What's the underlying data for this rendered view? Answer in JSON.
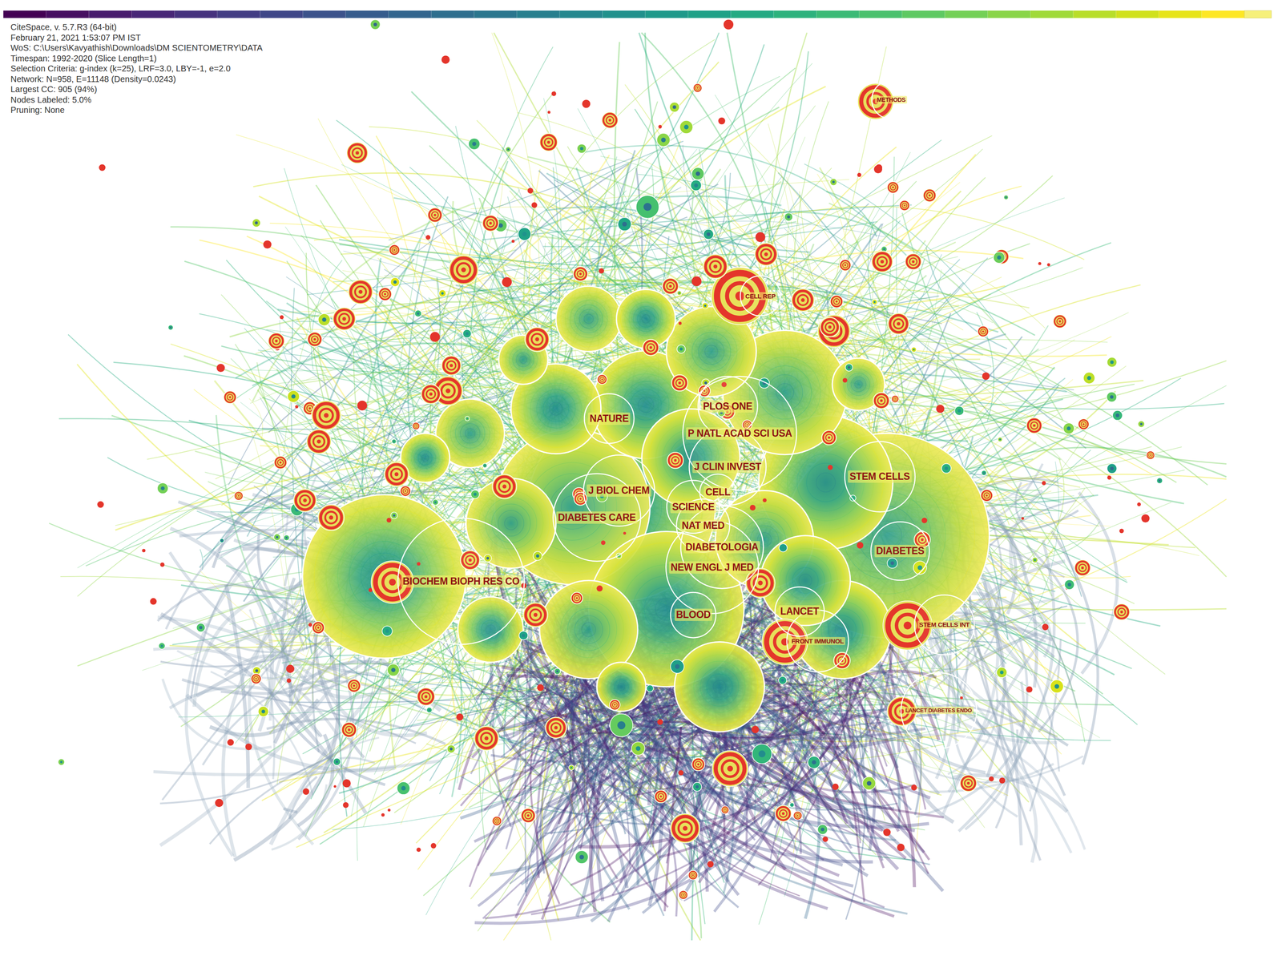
{
  "diagram": {
    "nodes": [
      {
        "text": [
          "METHODS"
        ]
      },
      {
        "text": [
          "CELL REP"
        ]
      },
      {
        "text": [
          "PLOS ONE"
        ]
      },
      {
        "text": [
          "NATURE"
        ]
      },
      {
        "text": [
          "P NATL ACAD SCI USA"
        ]
      },
      {
        "text": [
          "J CLIN INVEST"
        ]
      },
      {
        "text": [
          "STEM CELLS"
        ]
      },
      {
        "text": [
          "J BIOL CHEM"
        ]
      },
      {
        "text": [
          "CELL"
        ]
      },
      {
        "text": [
          "SCIENCE"
        ]
      },
      {
        "text": [
          "DIABETES CARE"
        ]
      },
      {
        "text": [
          "NAT MED"
        ]
      },
      {
        "text": [
          "DIABETOLOGIA"
        ]
      },
      {
        "text": [
          "DIABETES"
        ]
      },
      {
        "text": [
          "NEW ENGL J MED"
        ]
      },
      {
        "text": [
          "BIOCHEM BIOPH RES CO"
        ]
      },
      {
        "text": [
          "LANCET"
        ]
      },
      {
        "text": [
          "BLOOD"
        ]
      },
      {
        "text": [
          "STEM CELLS INT"
        ]
      },
      {
        "text": [
          "FRONT IMMUNOL"
        ]
      },
      {
        "text": [
          "LANCET DIABETES ENDO"
        ]
      }
    ],
    "labels": [
      "CiteSpace, v. 5.7.R3 (64-bit)",
      "February 21, 2021 1:53:07 PM IST",
      "WoS: C:\\Users\\Kavyathish\\Downloads\\DM SCIENTOMETRY\\DATA",
      "Timespan: 1992-2020 (Slice Length=1)",
      "Selection Criteria: g-index (k=25), LRF=3.0, LBY=-1, e=2.0",
      "Network: N=958, E=11148 (Density=0.0243)",
      "Largest CC: 905 (94%)",
      "Nodes Labeled: 5.0%",
      "Pruning: None"
    ]
  }
}
